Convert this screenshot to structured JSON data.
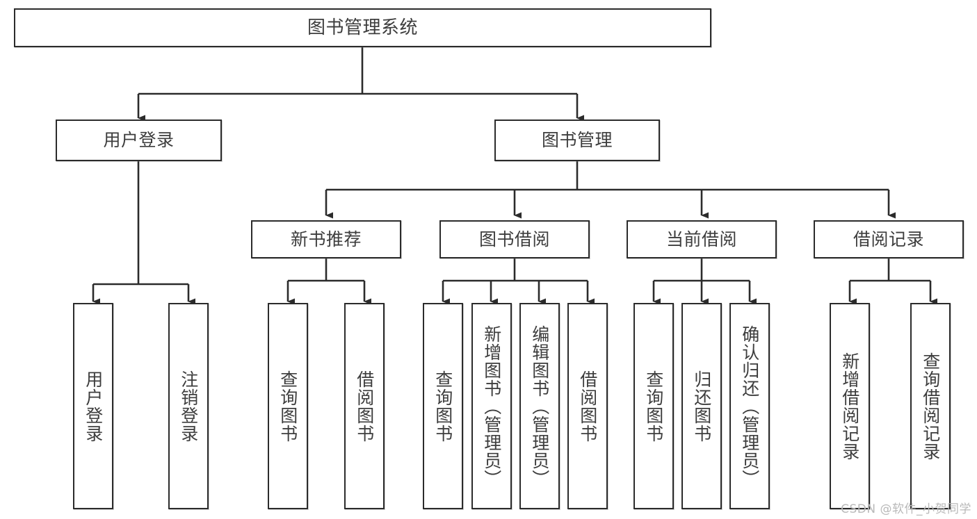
{
  "diagram": {
    "title": "图书管理系统",
    "type": "tree-hierarchy",
    "watermark": "CSDN @软件_小贺同学",
    "colors": {
      "stroke": "#2b2b2b",
      "fill": "#ffffff",
      "text": "#3d3d3d",
      "watermark": "#b9b9b9"
    },
    "nodes": {
      "root": {
        "label": "图书管理系统"
      },
      "level1": [
        {
          "id": "user-login",
          "label": "用户登录"
        },
        {
          "id": "book-management",
          "label": "图书管理"
        }
      ],
      "level2": [
        {
          "id": "new-book-recommend",
          "label": "新书推荐"
        },
        {
          "id": "book-borrow",
          "label": "图书借阅"
        },
        {
          "id": "current-borrow",
          "label": "当前借阅"
        },
        {
          "id": "borrow-record",
          "label": "借阅记录"
        }
      ],
      "leaves": {
        "user_login": [
          {
            "id": "leaf-user-login",
            "label": "用户登录"
          },
          {
            "id": "leaf-logout-login",
            "label": "注销登录"
          }
        ],
        "new_book_recommend": [
          {
            "id": "leaf-query-book-1",
            "label": "查询图书"
          },
          {
            "id": "leaf-borrow-book-1",
            "label": "借阅图书"
          }
        ],
        "book_borrow": [
          {
            "id": "leaf-query-book-2",
            "label": "查询图书"
          },
          {
            "id": "leaf-add-book",
            "label": "新增图书（管理员）"
          },
          {
            "id": "leaf-edit-book",
            "label": "编辑图书（管理员）"
          },
          {
            "id": "leaf-borrow-book-2",
            "label": "借阅图书"
          }
        ],
        "current_borrow": [
          {
            "id": "leaf-query-book-3",
            "label": "查询图书"
          },
          {
            "id": "leaf-return-book",
            "label": "归还图书"
          },
          {
            "id": "leaf-confirm-return",
            "label": "确认归还（管理员）"
          }
        ],
        "borrow_record": [
          {
            "id": "leaf-add-record",
            "label": "新增借阅记录"
          },
          {
            "id": "leaf-query-record",
            "label": "查询借阅记录"
          }
        ]
      }
    }
  }
}
